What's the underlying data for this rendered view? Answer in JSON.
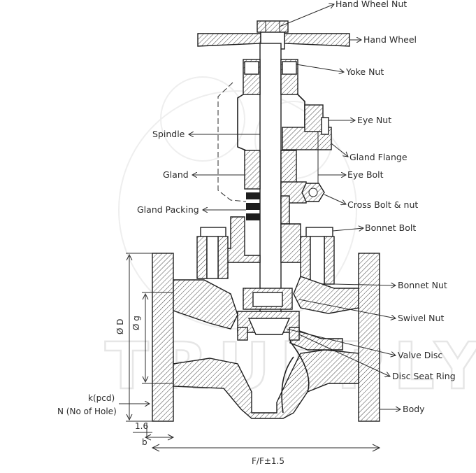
{
  "watermark": {
    "text": "TRUPPLY"
  },
  "labels": {
    "hand_wheel_nut": "Hand Wheel Nut",
    "hand_wheel": "Hand Wheel",
    "yoke_nut": "Yoke Nut",
    "eye_nut": "Eye Nut",
    "spindle": "Spindle",
    "gland_flange": "Gland Flange",
    "gland": "Gland",
    "eye_bolt": "Eye Bolt",
    "cross_bolt_nut": "Cross Bolt & nut",
    "gland_packing": "Gland Packing",
    "bonnet_bolt": "Bonnet Bolt",
    "bonnet_nut": "Bonnet Nut",
    "swivel_nut": "Swivel Nut",
    "valve_disc": "Valve Disc",
    "disc_seat_ring": "Disc Seat Ring",
    "body": "Body"
  },
  "dimensions": {
    "od": "Ø D",
    "og": "Ø g",
    "k_pcd": "k(pcd)",
    "n_holes": "N (No of Hole)",
    "thickness": "1.6",
    "b": "b",
    "ff": "F/F±1.5"
  },
  "colors": {
    "ink": "#1e1e1e",
    "watermark": "#e6e6e6"
  }
}
